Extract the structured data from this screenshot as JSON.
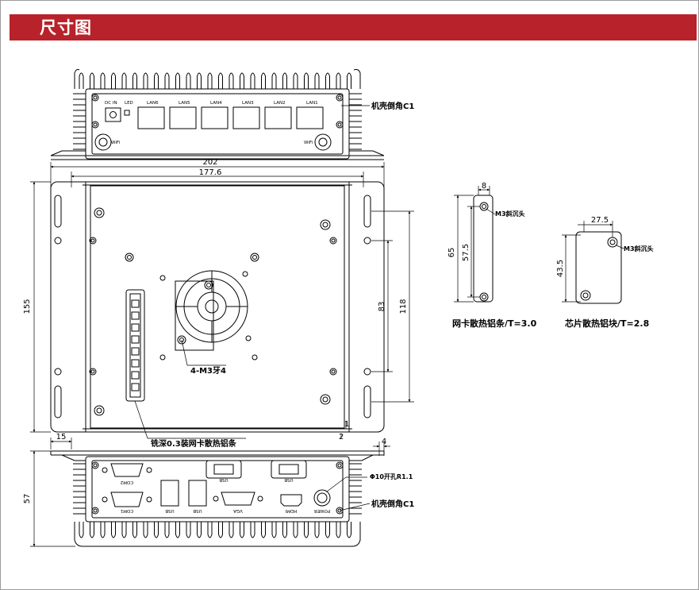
{
  "header": {
    "title": "尺寸图"
  },
  "colors": {
    "accent": "#b8232b",
    "line": "#000000"
  },
  "top_view": {
    "ports": [
      "DC IN",
      "LED",
      "LAN6",
      "LAN5",
      "LAN4",
      "LAN3",
      "LAN2",
      "LAN1"
    ],
    "wifi_left": "WiFi",
    "wifi_right": "WiFi",
    "chamfer_note": "机壳倒角C1"
  },
  "main_view": {
    "dim_202": "202",
    "dim_177_6": "177.6",
    "dim_155": "155",
    "dim_83": "83",
    "dim_118": "118",
    "dim_1": "1",
    "dim_2": "2",
    "screw_note": "4-M3牙4",
    "mill_note": "铣深0.3装网卡散热铝条"
  },
  "nic_heatsink": {
    "dim_8": "8",
    "dim_65": "65",
    "dim_57_5": "57.5",
    "screw_note": "M3斜沉头",
    "caption": "网卡散热铝条/T=3.0"
  },
  "chip_heatsink": {
    "dim_27_5": "27.5",
    "dim_43_5": "43.5",
    "screw_note": "M3斜沉头",
    "caption": "芯片散热铝块/T=2.8"
  },
  "bottom_view": {
    "dim_15": "15",
    "dim_4": "4",
    "dim_57": "57",
    "hole_note": "Φ10开孔R1.1",
    "chamfer_note": "机壳倒角C1",
    "ports_top": [
      "COM2",
      "USB",
      "USB"
    ],
    "ports_bottom": [
      "COM1",
      "USB",
      "USB",
      "VGA",
      "HDMI",
      "POWER"
    ]
  }
}
